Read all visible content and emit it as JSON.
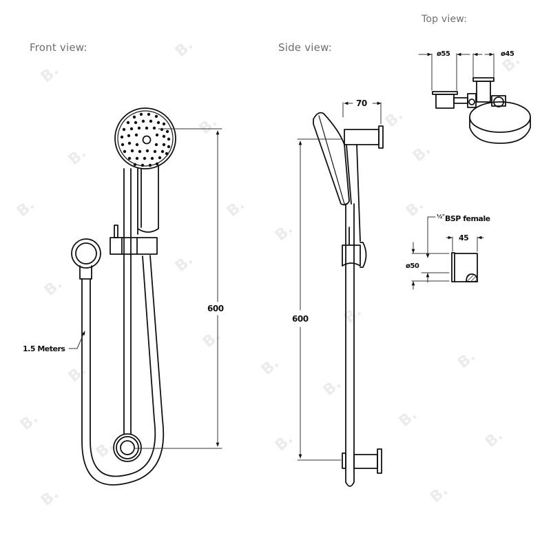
{
  "labels": {
    "front_view": "Front view:",
    "side_view": "Side view:",
    "top_view": "Top view:"
  },
  "dimensions": {
    "front_height": "600",
    "side_height": "600",
    "side_depth": "70",
    "hose_length": "1.5 Meters",
    "top_dia_left": "ø55",
    "top_dia_right": "ø45",
    "outlet_thread_fraction": "½\"",
    "outlet_thread": "BSP female",
    "outlet_depth": "45",
    "outlet_dia": "ø50"
  },
  "watermark": {
    "glyph": "B."
  },
  "colors": {
    "line": "#111111",
    "dim_line": "#333333",
    "label": "#6e6e6e",
    "watermark": "#ececec"
  }
}
